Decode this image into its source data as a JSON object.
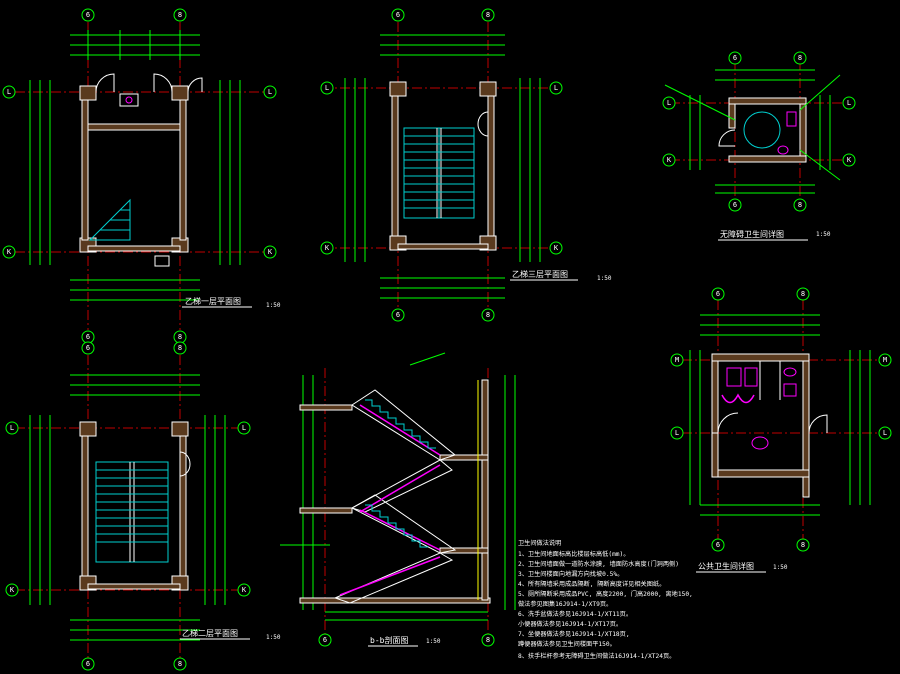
{
  "drawing": {
    "views": [
      {
        "id": "plan-1",
        "title": "乙梯一层平面图",
        "scale": "1:50"
      },
      {
        "id": "plan-3",
        "title": "乙梯三层平面图",
        "scale": "1:50"
      },
      {
        "id": "plan-2",
        "title": "乙梯二层平面图",
        "scale": "1:50"
      },
      {
        "id": "toilet-1",
        "title": "无障碍卫生间详图",
        "scale": "1:50"
      },
      {
        "id": "toilet-2",
        "title": "公共卫生间详图",
        "scale": "1:50"
      },
      {
        "id": "section",
        "title": "b-b剖面图",
        "scale": "1:50"
      }
    ],
    "grid_labels": {
      "six": "6",
      "eight": "8",
      "L": "L",
      "K": "K",
      "M": "M"
    },
    "notes": {
      "heading": "卫生间做法说明",
      "items": [
        "1、卫生间地面标高比楼层标高低(mm)。",
        "2、卫生间墙面做一道防水涂膜, 墙面防水高度(门洞两侧)",
        "3、卫生间楼面向地漏方向找坡0.5%。",
        "4、所有隔墙采用成品隔断, 隔断高度详见相关图纸。",
        "5、厕所隔断采用成品PVC, 高度2200, 门高2000, 离地150,",
        "   做法参见图集16J914-1/XT9页。",
        "6、洗手盆做法参见16J914-1/XT11页。",
        "   小便器做法参见16J914-1/XT17页。",
        "7、坐便器做法参见16J914-1/XT18页,",
        "   蹲便器做法参见卫生间楼面平150。",
        "8、扶手栏杆参考无障碍卫生间做法16J914-1/XT24页。"
      ]
    },
    "colors": {
      "background": "#000000",
      "axis": "#c00000",
      "dimension": "#00ff00",
      "wall": "#5a3a1e",
      "stair": "#00cfcf",
      "fixture": "#ff00ff",
      "text": "#ffffff"
    }
  }
}
